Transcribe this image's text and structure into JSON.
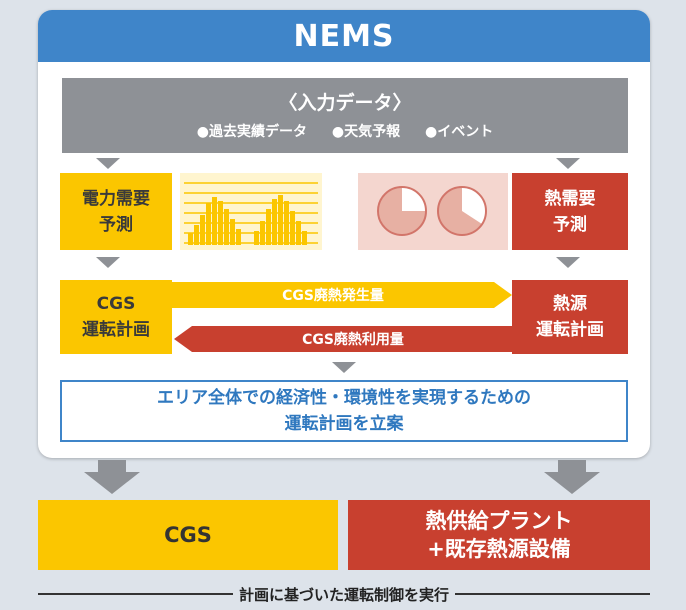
{
  "panel": {
    "title": "NEMS",
    "input": {
      "title": "〈入力データ〉",
      "items": [
        "●過去実績データ",
        "●天気予報",
        "●イベント"
      ]
    },
    "power_demand": "電力需要\n予測",
    "heat_demand": "熱需要\n予測",
    "cgs_plan": "CGS\n運転計画",
    "heat_plan": "熱源\n運転計画",
    "arrow_to_heat": "CGS廃熱発生量",
    "arrow_to_cgs": "CGS廃熱利用量",
    "plan": "エリア全体での経済性・環境性を実現するための\n運転計画を立案"
  },
  "bottom": {
    "cgs": "CGS",
    "heat_plant": "熱供給プラント\n+既存熱源設備"
  },
  "footer": "計画に基づいた運転制御を実行",
  "colors": {
    "header_blue": "#3f85c9",
    "yellow": "#fbc600",
    "red": "#c8402f",
    "gray": "#8e9196"
  }
}
